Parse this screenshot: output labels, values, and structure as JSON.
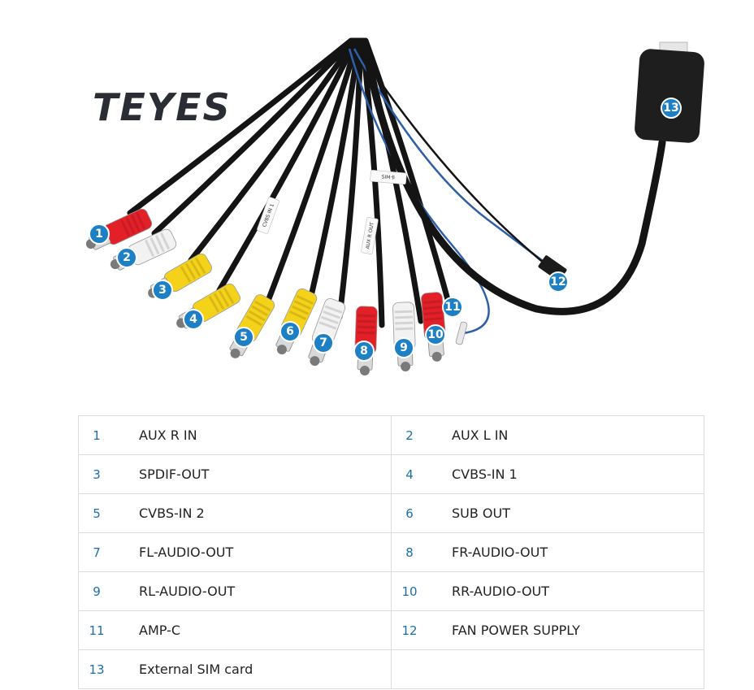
{
  "brand": {
    "logo": "TEYES"
  },
  "colors": {
    "red": "#e32028",
    "white": "#f2f2f2",
    "yellow": "#f5d21a",
    "badge": "#1d7fc4",
    "cable": "#141414",
    "blue_wire": "#2f5fa8"
  },
  "connectors": [
    {
      "num": "1",
      "label": "AUX R IN",
      "color": "red"
    },
    {
      "num": "2",
      "label": "AUX L IN",
      "color": "white"
    },
    {
      "num": "3",
      "label": "SPDIF-OUT",
      "color": "yellow"
    },
    {
      "num": "4",
      "label": "CVBS-IN 1",
      "color": "yellow"
    },
    {
      "num": "5",
      "label": "CVBS-IN 2",
      "color": "yellow"
    },
    {
      "num": "6",
      "label": "SUB OUT",
      "color": "yellow"
    },
    {
      "num": "7",
      "label": "FL-AUDIO-OUT",
      "color": "white"
    },
    {
      "num": "8",
      "label": "FR-AUDIO-OUT",
      "color": "red"
    },
    {
      "num": "9",
      "label": "RL-AUDIO-OUT",
      "color": "white"
    },
    {
      "num": "10",
      "label": "RR-AUDIO-OUT",
      "color": "red"
    },
    {
      "num": "11",
      "label": "AMP-C",
      "color": "pin"
    },
    {
      "num": "12",
      "label": "FAN POWER SUPPLY",
      "color": "plug"
    },
    {
      "num": "13",
      "label": "External SIM card",
      "color": "module"
    }
  ],
  "cable_tags": [
    "CVBS IN 1",
    "AUX R OUT",
    "SIM卡"
  ]
}
